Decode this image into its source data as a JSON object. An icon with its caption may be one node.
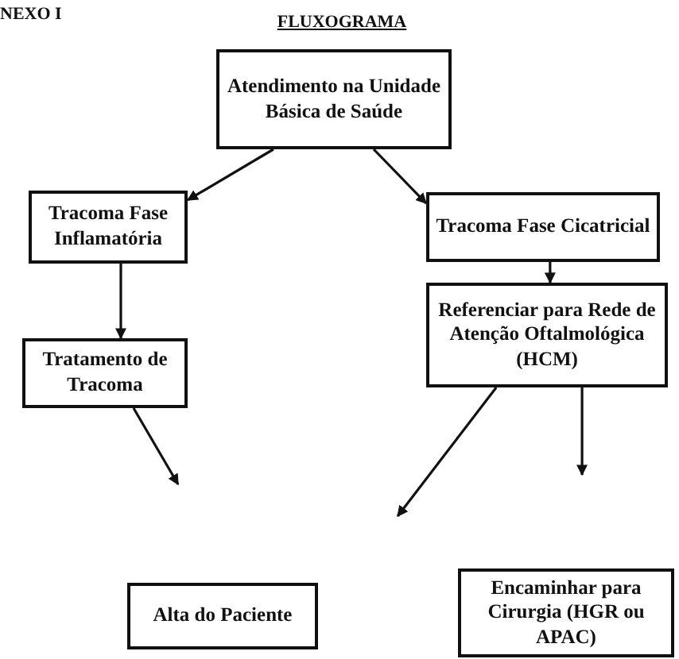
{
  "diagram": {
    "title": "FLUXOGRAMA",
    "nodes": [
      {
        "text": [
          "Atendimento na Unidade Básica de Saúde"
        ]
      },
      {
        "text": [
          "Tracoma Fase Inflamatória"
        ]
      },
      {
        "text": [
          "Tracoma Fase Cicatricial"
        ]
      },
      {
        "text": [
          "Referenciar para Rede de Atenção Oftalmológica (HCM)"
        ]
      },
      {
        "text": [
          "Tratamento de Tracoma"
        ]
      },
      {
        "text": [
          "Alta do Paciente"
        ]
      },
      {
        "text": [
          "Encaminhar para Cirurgia (HGR ou APAC)"
        ]
      }
    ],
    "edges": [
      {
        "from": 0,
        "to": 1,
        "arrow": "to"
      },
      {
        "from": 0,
        "to": 2,
        "arrow": "to"
      },
      {
        "from": 1,
        "to": 4,
        "arrow": "to"
      },
      {
        "from": 2,
        "to": 3,
        "arrow": "to"
      },
      {
        "from": 4,
        "to": null,
        "arrow": "to"
      },
      {
        "from": 3,
        "to": null,
        "arrow": "to"
      },
      {
        "from": 3,
        "to": null,
        "arrow": "to"
      }
    ],
    "labels": [
      "NEXO I"
    ]
  }
}
